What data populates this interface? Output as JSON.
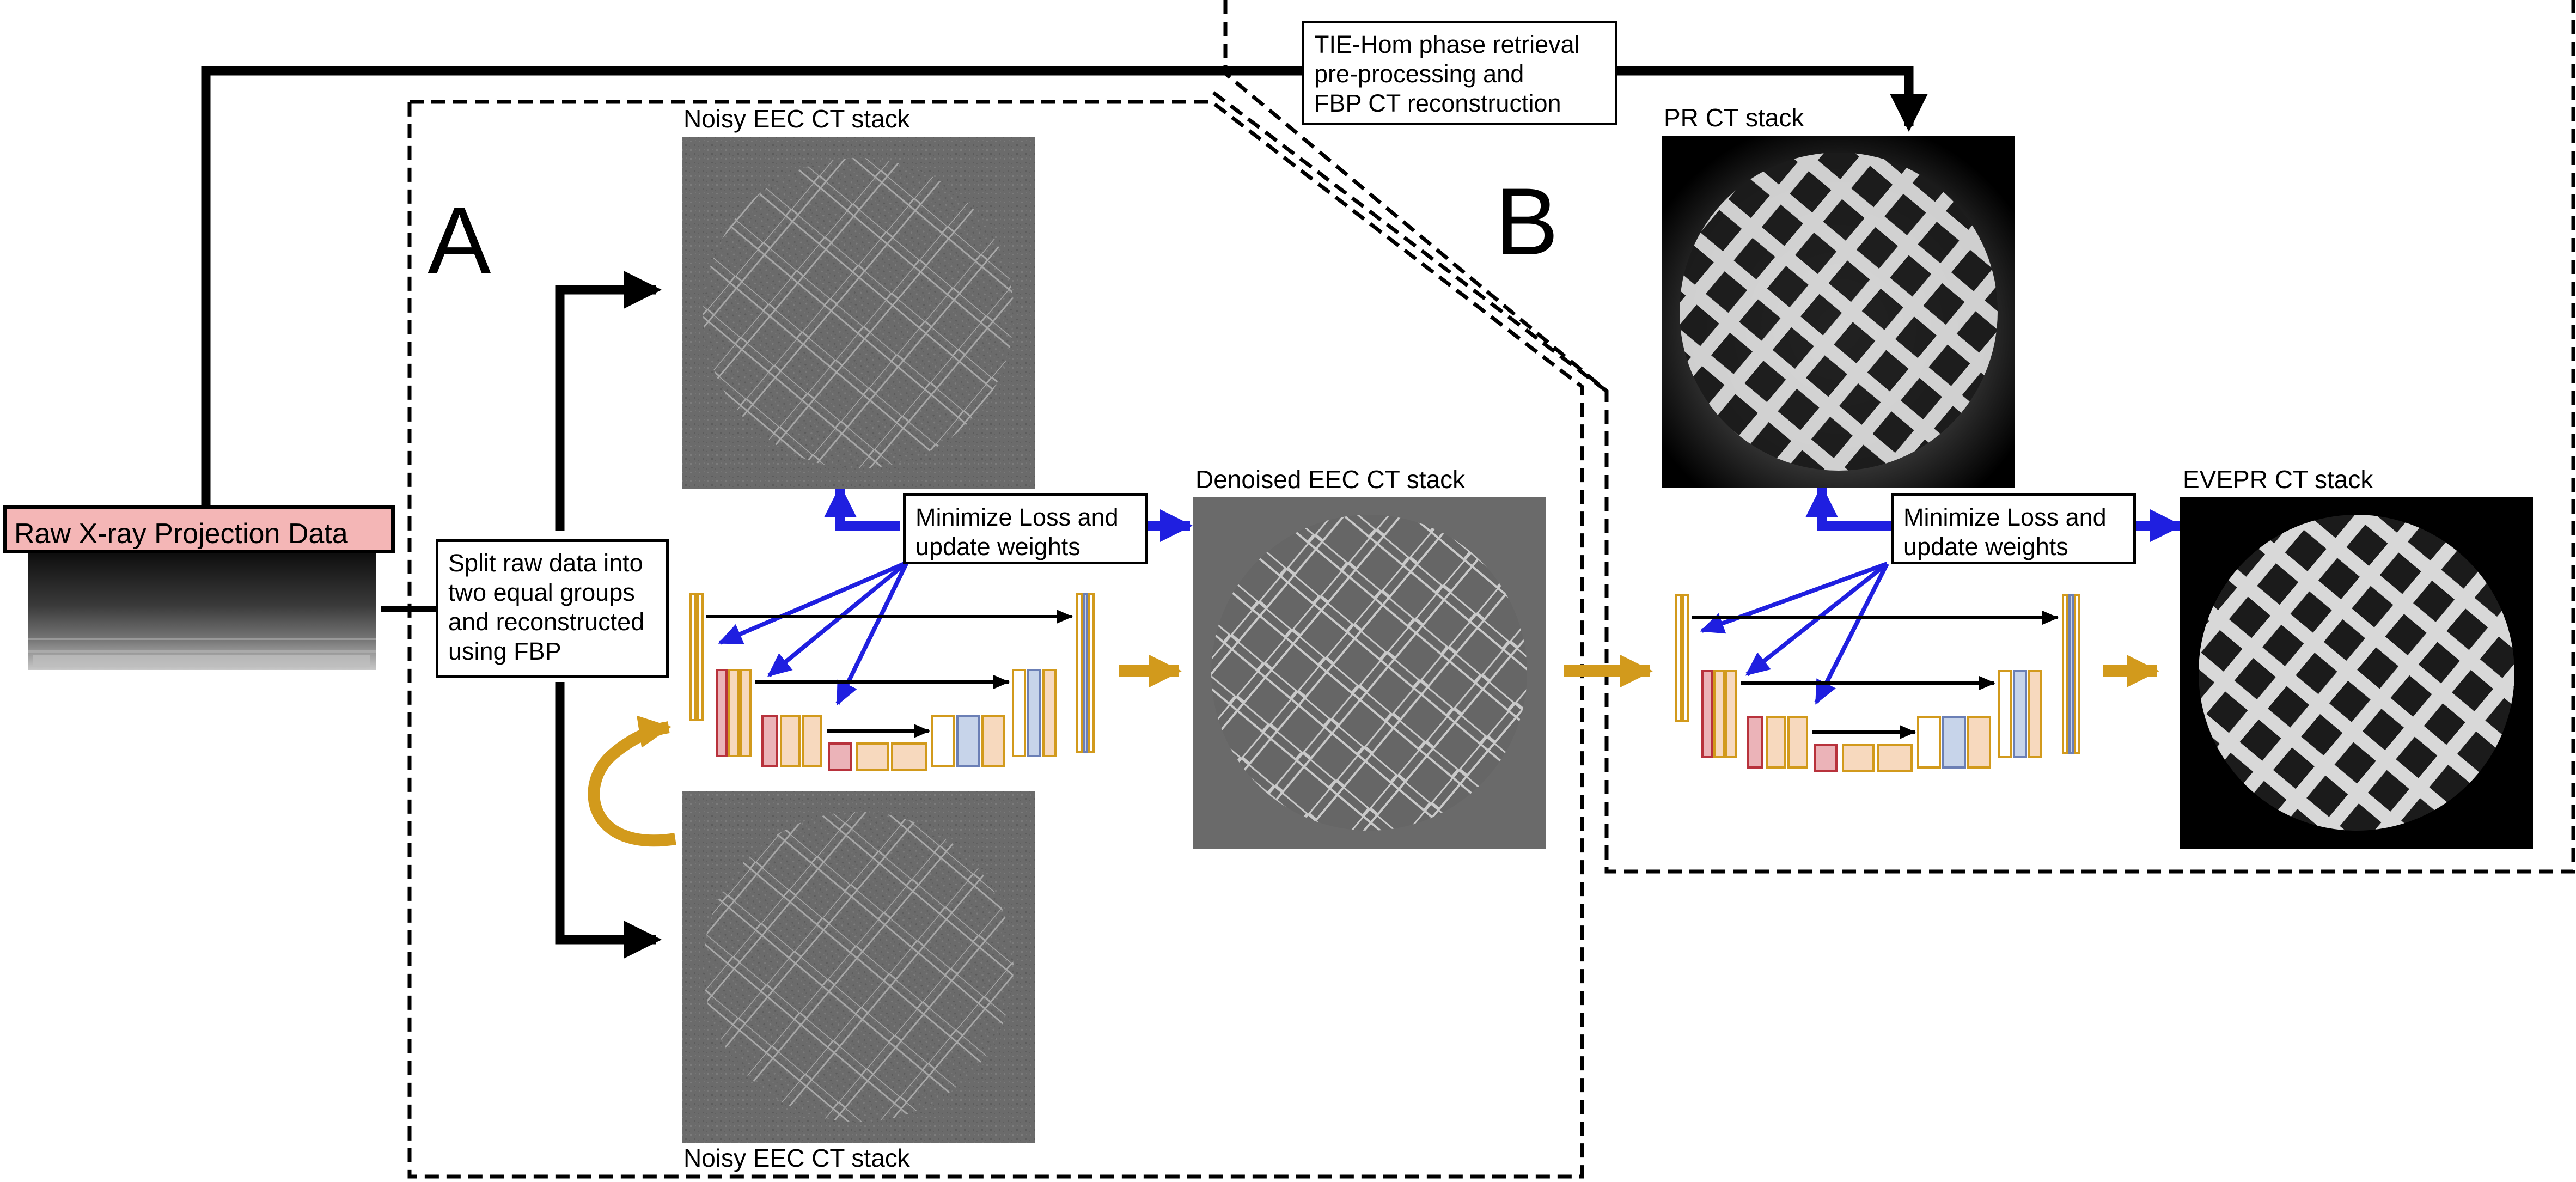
{
  "panels": {
    "a": "A",
    "b": "B"
  },
  "raw": {
    "label": "Raw X-ray Projection Data"
  },
  "split": {
    "text": [
      "Split raw data into",
      "two equal groups",
      "and reconstructed",
      "using FBP"
    ]
  },
  "tie": {
    "text": [
      "TIE-Hom phase retrieval",
      "pre-processing and",
      "FBP CT reconstruction"
    ]
  },
  "stacks": {
    "noisy_top": "Noisy EEC CT stack",
    "noisy_bottom": "Noisy EEC CT stack",
    "denoised": "Denoised EEC CT stack",
    "pr": "PR CT stack",
    "evepr": "EVEPR CT stack"
  },
  "loss_a": {
    "text": [
      "Minimize Loss and",
      "update weights"
    ]
  },
  "loss_b": {
    "text": [
      "Minimize Loss and",
      "update weights"
    ]
  },
  "colors": {
    "arrow_blue": "#1f1fe0",
    "arrow_gold": "#d29a1c",
    "raw_fill": "#f4b6b6",
    "block_outline_gold": "#d29a1c",
    "block_fill_peach": "#f7d9be",
    "block_fill_pink": "#ebb3b8",
    "block_outline_red": "#b8323c",
    "block_fill_blue": "#c7d4ea",
    "block_outline_blue": "#6b7fb5"
  }
}
